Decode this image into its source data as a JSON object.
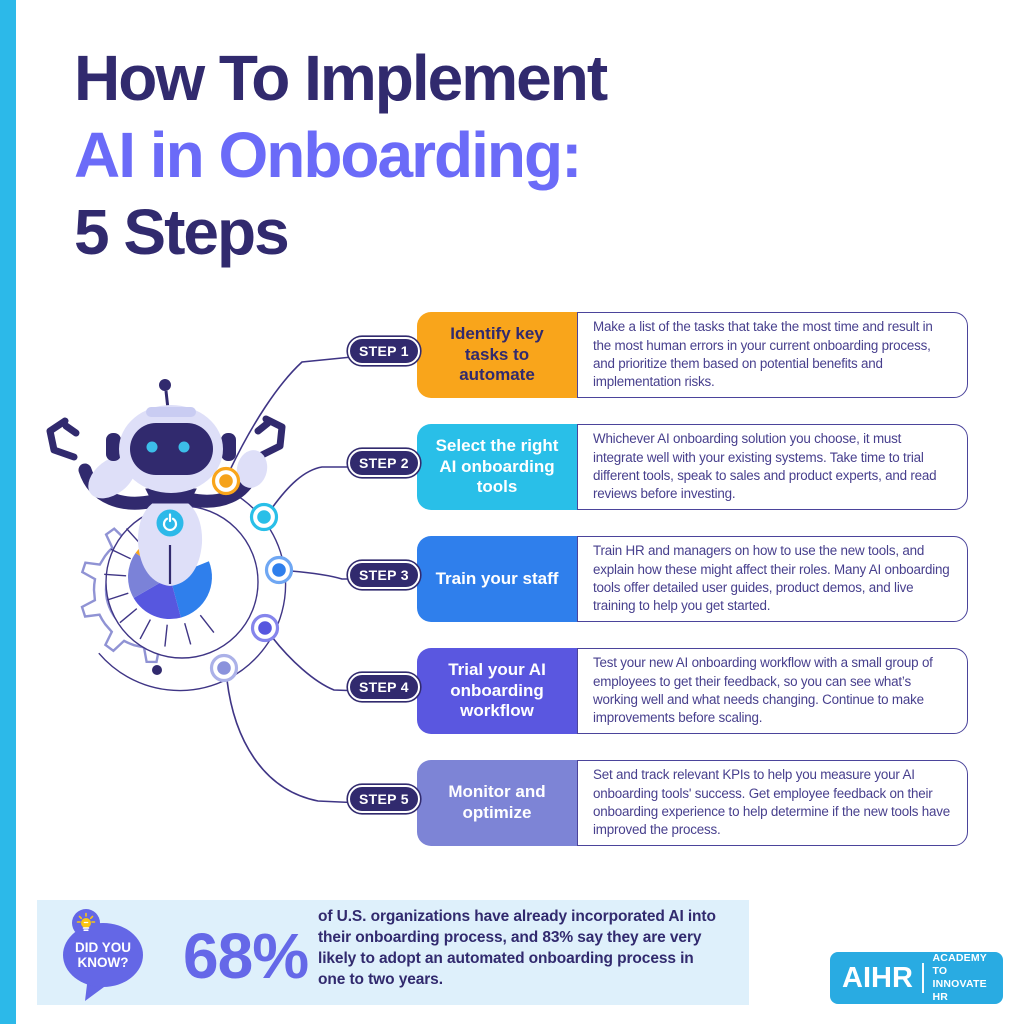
{
  "palette": {
    "navy": "#312A6E",
    "periwinkle": "#6B6BF8",
    "line": "#3F3585",
    "card_border": "#4B449B",
    "desc_text": "#473F8D",
    "strip": "#2CB9E9",
    "band": "#DEF0FB",
    "bubble": "#6467E6",
    "stat": "#6568E8",
    "logo": "#29ABE2",
    "lavender": "#DEDFF8",
    "accent_cyan": "#2CB9E9"
  },
  "title": {
    "line1": "How To Implement",
    "line2": "AI in Onboarding:",
    "line3": "5 Steps"
  },
  "steps": [
    {
      "badge": "STEP 1",
      "title": "Identify key tasks to automate",
      "description": "Make a list of the tasks that take the most time and result in the most human errors in your current onboarding process, and prioritize them based on potential benefits and implementation risks.",
      "color": "#F9A51B",
      "title_color": "#312A6E",
      "dot_color": "#F5A21B",
      "ring_color": "#F9A51B"
    },
    {
      "badge": "STEP 2",
      "title": "Select the right AI onboarding tools",
      "description": "Whichever AI onboarding solution you choose, it must integrate well with your existing systems. Take time to trial different tools, speak to sales and product experts, and read reviews before investing.",
      "color": "#29BFE8",
      "title_color": "#FFFFFF",
      "dot_color": "#29BFE8",
      "ring_color": "#29BFE8"
    },
    {
      "badge": "STEP 3",
      "title": "Train your staff",
      "description": "Train HR and managers on how to use the new tools, and explain how these might affect their roles. Many AI onboarding tools offer detailed user guides, product demos, and live training to help you get started.",
      "color": "#2F7FEC",
      "title_color": "#FFFFFF",
      "dot_color": "#2F7FEC",
      "ring_color": "#6FA7F3"
    },
    {
      "badge": "STEP 4",
      "title": "Trial your AI onboarding workflow",
      "description": "Test your new AI onboarding workflow with a small group of employees to get their feedback, so you can see what’s working well and what needs changing. Continue to make improvements before scaling.",
      "color": "#5A57E0",
      "title_color": "#FFFFFF",
      "dot_color": "#5757DF",
      "ring_color": "#8585EC"
    },
    {
      "badge": "STEP 5",
      "title": "Monitor and optimize",
      "description": "Set and track relevant KPIs to help you measure your AI onboarding tools' success. Get employee feedback on their onboarding experience to help determine if the new tools have improved the process.",
      "color": "#7D84D6",
      "title_color": "#FFFFFF",
      "dot_color": "#8A92DC",
      "ring_color": "#ABB1E8"
    }
  ],
  "did_you_know": {
    "label": "DID YOU KNOW?",
    "stat": "68%",
    "text": "of U.S. organizations have already incorporated AI into their onboarding process, and 83% say they are very likely to adopt an automated onboarding process in one to two years.",
    "bulb_icon": "lightbulb-icon"
  },
  "logo": {
    "brand": "AIHR",
    "tagline_line1": "ACADEMY TO",
    "tagline_line2": "INNOVATE HR"
  },
  "illustration": {
    "name": "robot-with-gear-and-pie-chart",
    "robot_body_color": "#DEDFF8",
    "robot_dark_color": "#312A6E",
    "eye_color": "#3CBEE9",
    "power_button_color": "#2CB9E9",
    "gear_color": "#9093D4",
    "pie_colors": [
      "#2F7FEC",
      "#5757DF",
      "#7B82D8",
      "#F9A51B"
    ],
    "bulb_colors": [
      "#F9C513",
      "#F9A51B"
    ]
  }
}
